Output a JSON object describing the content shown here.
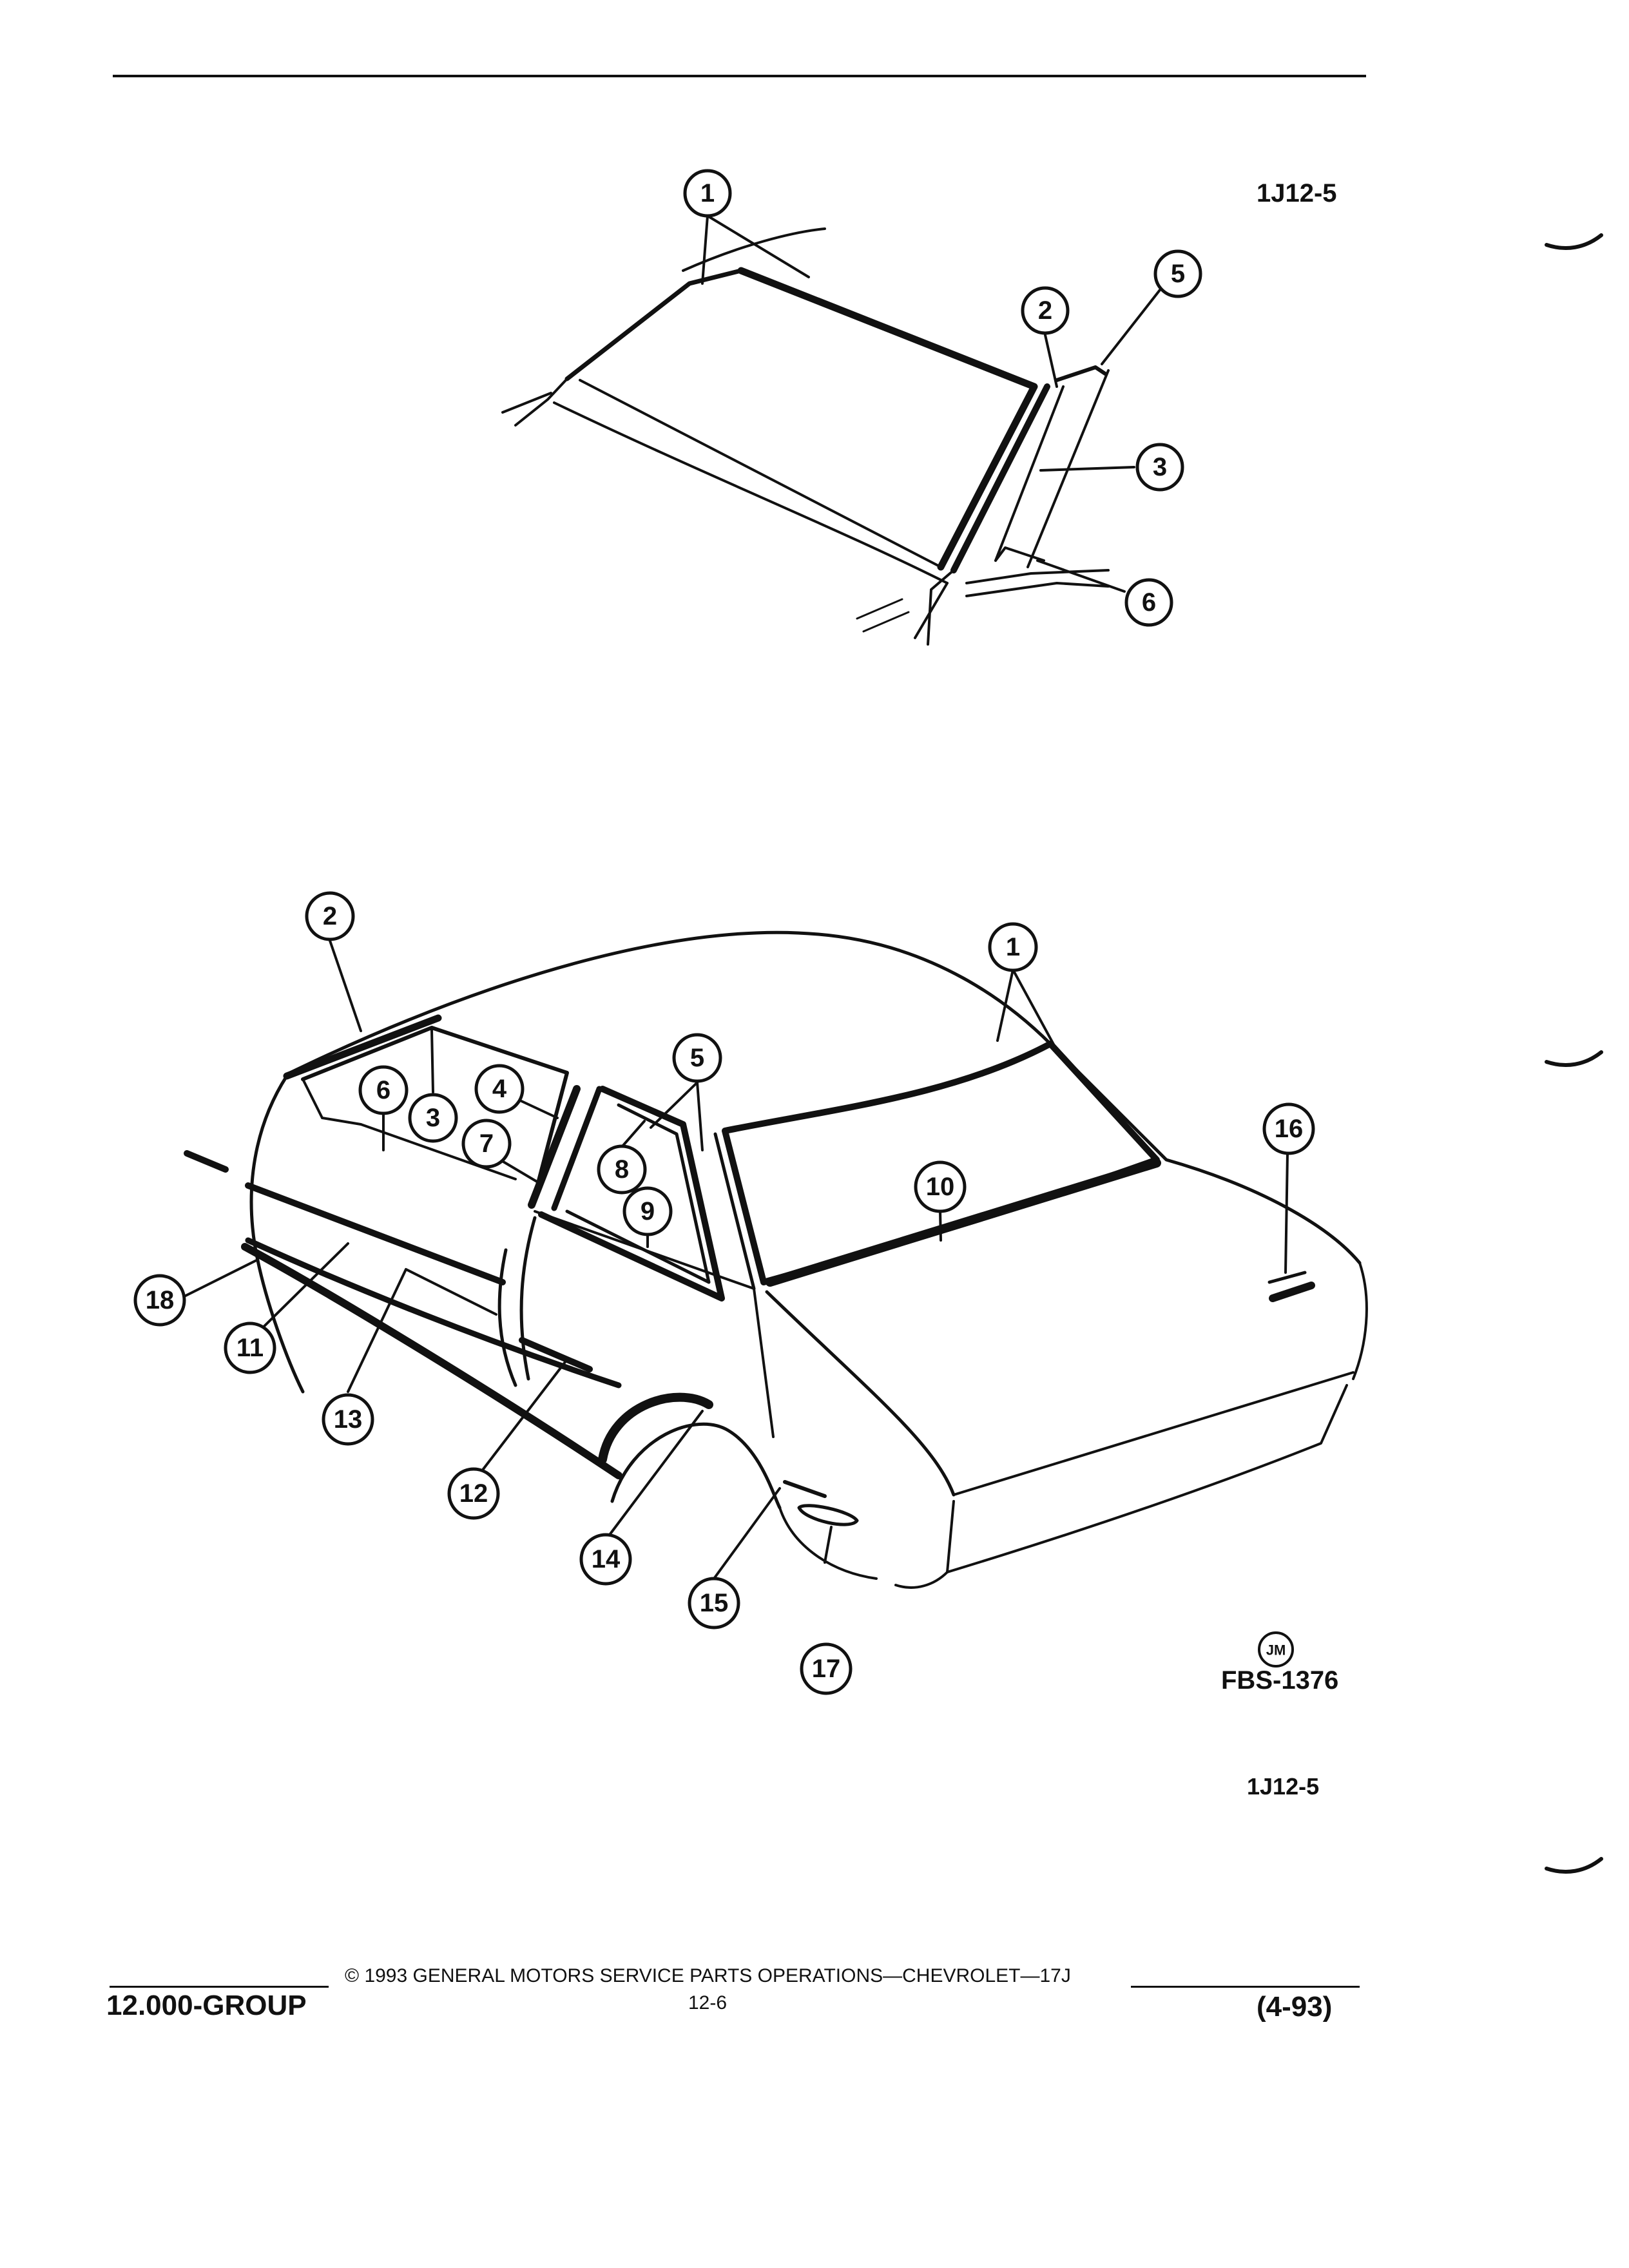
{
  "figure_codes": {
    "top_right": "1J12-5",
    "bottom_right": "1J12-5"
  },
  "illustration_credit": {
    "monogram": "JM",
    "code": "FBS-1376"
  },
  "callouts": {
    "windshield_view": [
      "1",
      "2",
      "3",
      "5",
      "6"
    ],
    "body_view": [
      "1",
      "2",
      "3",
      "4",
      "5",
      "6",
      "7",
      "8",
      "9",
      "10",
      "11",
      "12",
      "13",
      "14",
      "15",
      "16",
      "17",
      "18"
    ]
  },
  "footer": {
    "group": "12.000-GROUP",
    "copyright": "© 1993 GENERAL MOTORS SERVICE PARTS OPERATIONS—CHEVROLET—17J",
    "page_number": "12-6",
    "revision": "(4-93)"
  }
}
